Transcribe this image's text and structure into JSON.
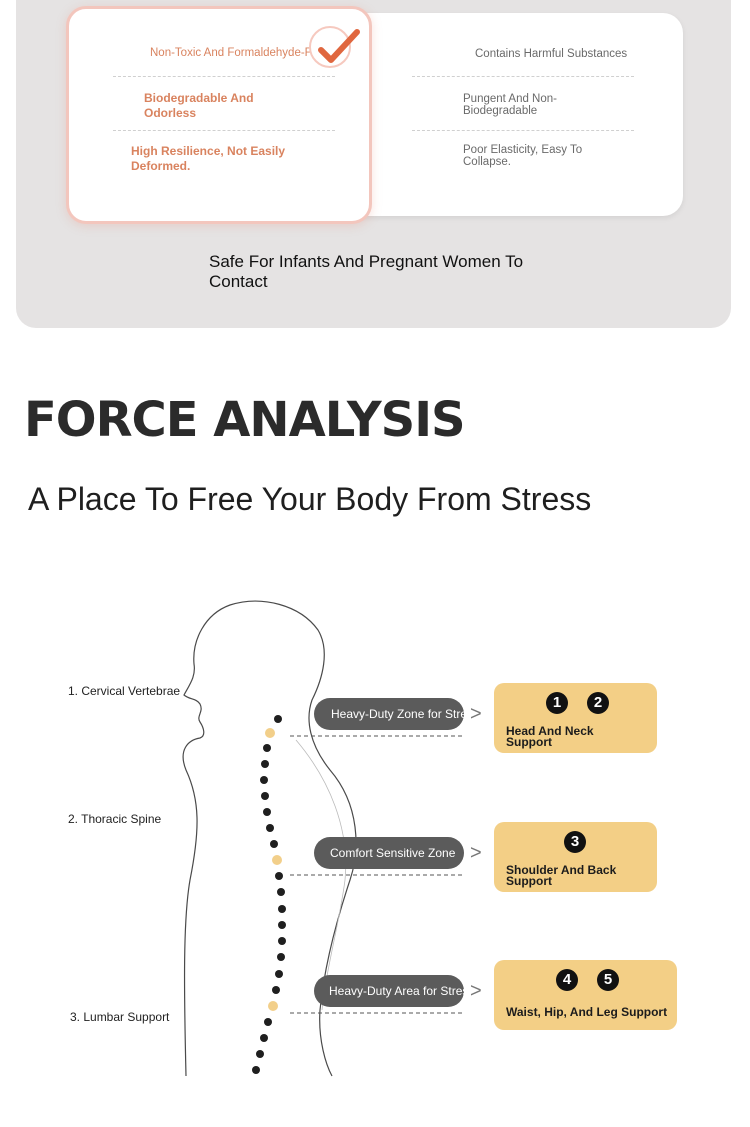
{
  "comparison": {
    "good": [
      "Non-Toxic And Formaldehyde-Free",
      "Biodegradable And Odorless",
      "High Resilience, Not Easily Deformed."
    ],
    "bad": [
      "Contains Harmful Substances",
      "Pungent And Non-Biodegradable",
      "Poor Elasticity, Easy To Collapse."
    ],
    "caption": "Safe For Infants And Pregnant Women To Contact"
  },
  "heading": {
    "title": "FORCE ANALYSIS",
    "subtitle": "A Place To Free Your Body From Stress"
  },
  "diagram": {
    "labels": [
      "1. Cervical Vertebrae",
      "2. Thoracic Spine",
      "3. Lumbar Support"
    ],
    "zones": [
      "Heavy-Duty Zone for Stress Relief",
      "Comfort Sensitive Zone",
      "Heavy-Duty Area for Stress Relief"
    ],
    "cards": [
      {
        "numbers": [
          "1",
          "2"
        ],
        "label": "Head And Neck Support"
      },
      {
        "numbers": [
          "3"
        ],
        "label": "Shoulder And Back Support"
      },
      {
        "numbers": [
          "4",
          "5"
        ],
        "label": "Waist, Hip, And Leg Support"
      }
    ]
  },
  "colors": {
    "accent": "#d9835f",
    "card": "#f3cf86",
    "pill": "#5b5b5b",
    "panel": "#e5e3e3"
  }
}
